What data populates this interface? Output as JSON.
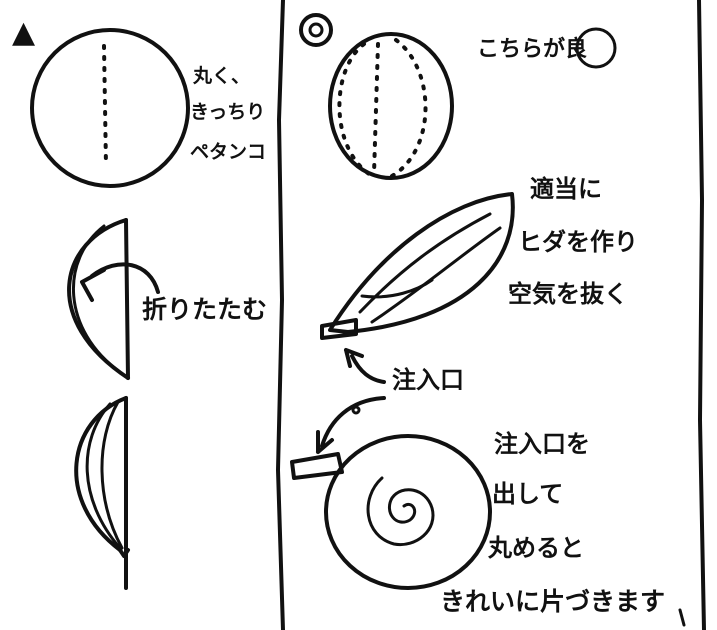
{
  "left_column": {
    "bad_mark": "▲",
    "bad_note": [
      "丸く、",
      "きっちり",
      "ペタンコ"
    ],
    "fold_note": "折りたたむ"
  },
  "right_column": {
    "good_mark": "◎",
    "good_note": "こちらが良",
    "pleat_note": [
      "適当に",
      "ヒダを作り",
      "空気を抜く"
    ],
    "valve_note": "注入口",
    "roll_note": [
      "注入口を",
      "出して",
      "丸めると",
      "きれいに片づきます"
    ]
  }
}
